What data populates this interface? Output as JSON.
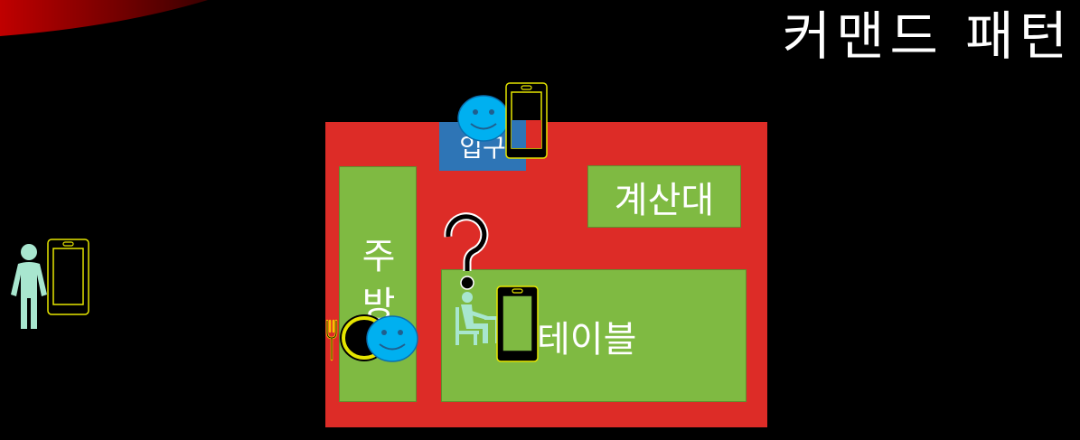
{
  "title": "커맨드 패턴",
  "areas": {
    "entrance": "입구",
    "counter": "계산대",
    "kitchen": "주방",
    "table": "테이블"
  },
  "icons": [
    "person-icon",
    "smartphone-icon",
    "smiley-face-icon",
    "question-mark-icon",
    "seated-person-icon",
    "fork-icon",
    "plate-icon"
  ],
  "colors": {
    "background": "#000000",
    "restaurant": "#dd2c27",
    "entrance": "#2e75b6",
    "zone": "#7fba42",
    "smiley": "#00b0f0",
    "phone_outline": "#e5e500",
    "person": "#a8e6cf"
  }
}
